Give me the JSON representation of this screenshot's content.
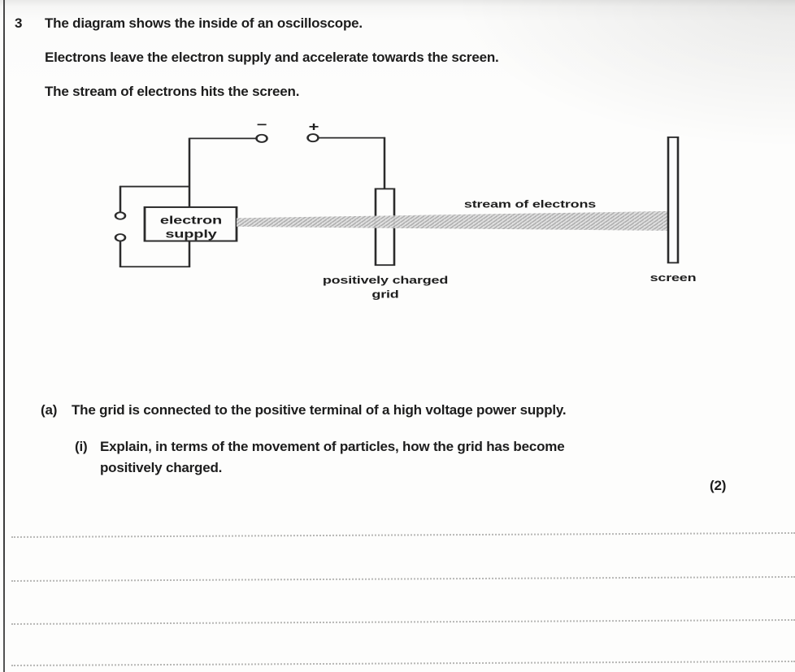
{
  "colors": {
    "ink": "#1f1f1f",
    "wire": "#2b2b2b",
    "beam_stripe": "#a8a8a8",
    "beam_background": "#dedede",
    "answer_line": "#ababa9"
  },
  "question": {
    "number": "3",
    "intro": [
      "The diagram shows the inside of an oscilloscope.",
      "Electrons leave the electron supply and accelerate towards the screen.",
      "The stream of electrons hits the screen."
    ]
  },
  "diagram": {
    "terminal_minus": "−",
    "terminal_plus": "+",
    "supply_line1": "electron",
    "supply_line2": "supply",
    "label_stream": "stream of electrons",
    "label_grid_line1": "positively charged",
    "label_grid_line2": "grid",
    "label_screen": "screen"
  },
  "part_a": {
    "label": "(a)",
    "text": "The grid is connected to the positive terminal of a high voltage power supply.",
    "sub": {
      "label": "(i)",
      "line1": "Explain, in terms of the movement of particles, how the grid has become",
      "line2": "positively charged.",
      "marks": "(2)"
    }
  }
}
